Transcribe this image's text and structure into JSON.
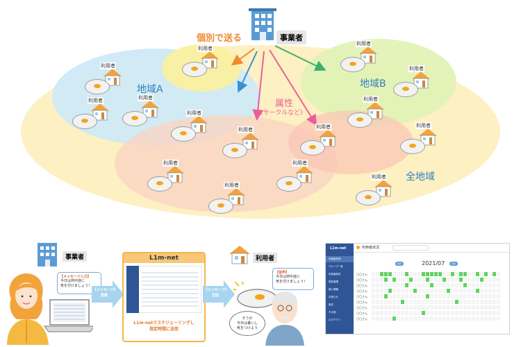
{
  "top": {
    "operator_label": "事業者",
    "send_individually": "個別で送る",
    "region_a": "地域A",
    "region_b": "地域B",
    "attribute": "属性",
    "attribute_sub": "(サークルなど)",
    "all_regions": "全地域",
    "user_label": "利用者"
  },
  "flow": {
    "operator_label": "事業者",
    "message_input_tag": "【メッセージ入力】",
    "message_input_text": "今日は熱中症に\n気を付けましょう！",
    "arrow1_tag": "【メッセージ】",
    "arrow1_text": "登録",
    "service_name": "L1m-net",
    "schedule_text": "L1m-netでスケジューリングし\n指定時間に送信",
    "arrow2_tag": "【メッセージ】",
    "arrow2_text": "送信",
    "user_label": "利用者",
    "voice_tag": "【音声】",
    "voice_text": "今日は熱中症に\n気を付けましょう！",
    "reply_text": "そうか\n今日は暑いし\n気をつけよう"
  },
  "app": {
    "logo_text": "L1m-net",
    "page_title": "利用者状況",
    "month": "2021/07",
    "prev_button": "前月",
    "next_button": "次月",
    "sidebar": [
      "利用者状況",
      "グループ一覧",
      "利用者設定",
      "端末管理",
      "個人情報",
      "お知らせ",
      "設定",
      "その他",
      "ログアウト"
    ],
    "rows": [
      "〇〇さん",
      "〇〇さん",
      "〇〇さん",
      "〇〇さん",
      "〇〇さん",
      "〇〇さん",
      "〇〇さん",
      "〇〇さん",
      "〇〇さん"
    ]
  },
  "colors": {
    "outer": "#fdf0c2",
    "region_a": "#cfe9f7",
    "region_b": "#e1f2b6",
    "region_yellow": "#faf0a0",
    "attribute": "#f9d5c3",
    "arrow_orange": "#ef8a2e",
    "arrow_blue": "#3c8fd3",
    "arrow_pink": "#ea5f9a",
    "arrow_green": "#3fae6f",
    "house_orange": "#f2a33a",
    "green_cell": "#5fd35f",
    "flow_arrow": "#a7d4ef"
  }
}
